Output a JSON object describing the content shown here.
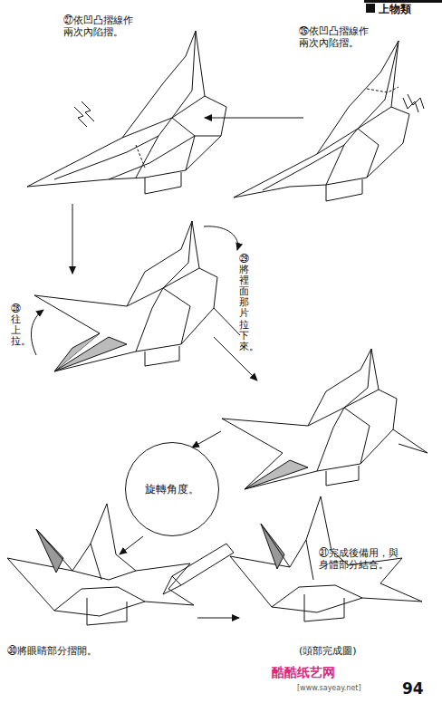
{
  "diagram": {
    "nodes": [
      {
        "text": [
          "旋轉角度。"
        ]
      }
    ],
    "labels": [
      "上物類",
      "㉗依凹凸摺線作兩次內陷摺。",
      "㉖依凹凸摺線作兩次內陷摺。",
      "㉙將裡面那片拉下來。",
      "㉘往上拉。",
      "㉚將眼睛部分摺開。",
      "㉛完成後備用，與身體部分結合。",
      "(頭部完成圖)",
      "酷酷纸艺网",
      "[www.sayeay.net]",
      "94"
    ]
  }
}
